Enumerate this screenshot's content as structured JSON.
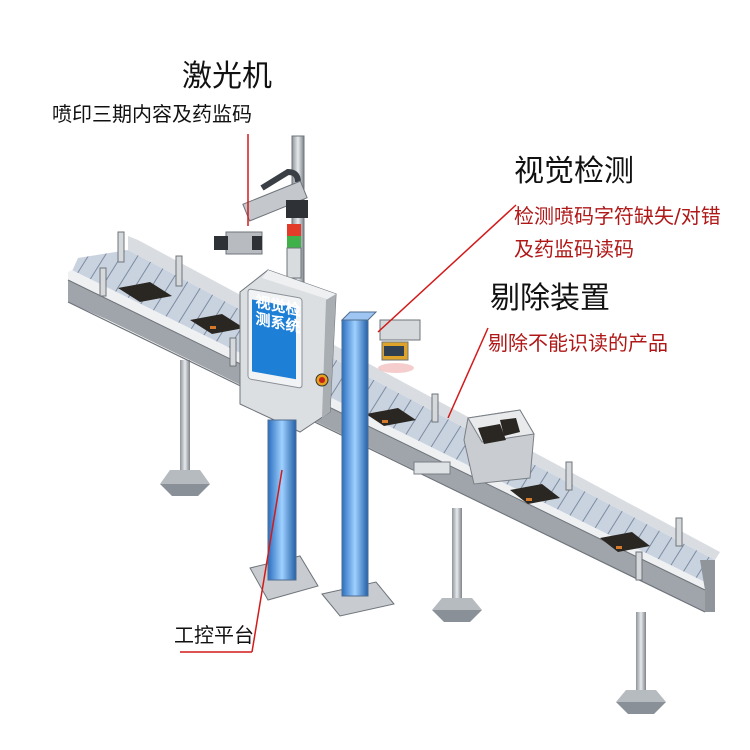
{
  "labels": {
    "laser": {
      "title": "激光机",
      "desc": "喷印三期内容及药监码"
    },
    "vision": {
      "title": "视觉检测",
      "desc_line1": "检测喷码字符缺失/对错",
      "desc_line2": "及药监码读码"
    },
    "reject": {
      "title": "剔除装置",
      "desc": "剔除不能识读的产品"
    },
    "platform": {
      "title": "工控平台"
    }
  },
  "screen": {
    "line1": "视觉检",
    "line2": "测系统"
  },
  "colors": {
    "leader_line": "#d21a1a",
    "red_text": "#b01818",
    "screen_blue": "#1e7fd6",
    "conveyor_gray": "#b9bdc2"
  }
}
